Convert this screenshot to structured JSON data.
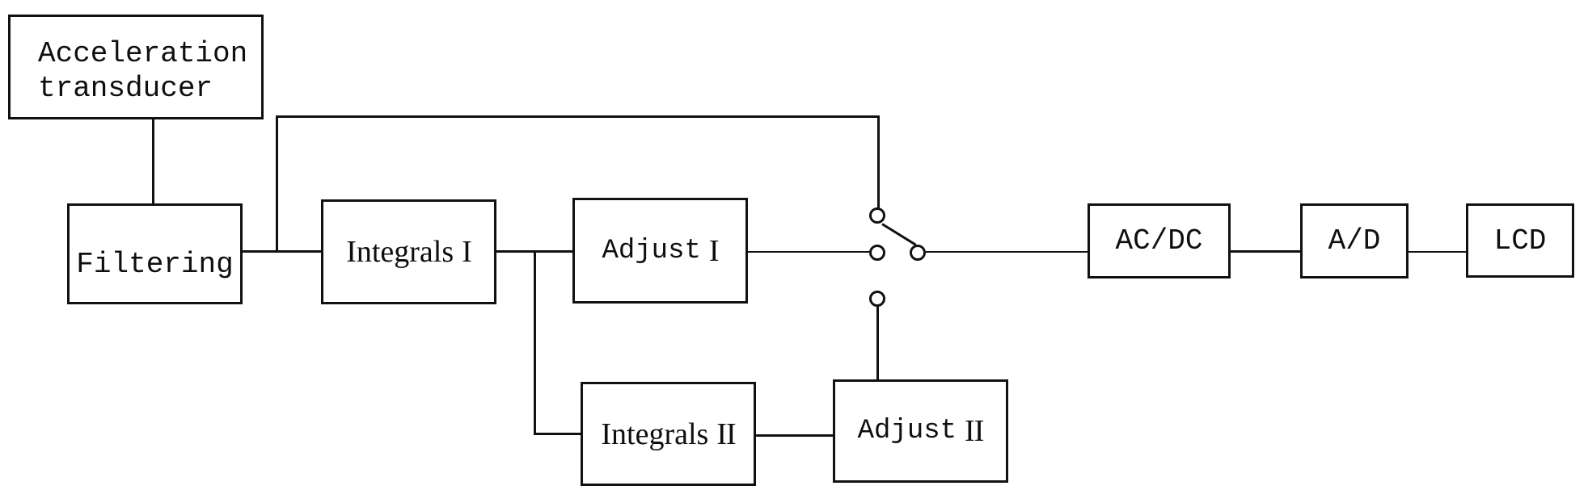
{
  "diagram": {
    "type": "block-diagram",
    "blocks": {
      "acceleration_transducer": {
        "line1": "Acceleration",
        "line2": "transducer"
      },
      "filtering": {
        "label": "Filtering"
      },
      "integrals_1": {
        "label": "Integrals",
        "numeral": "I"
      },
      "adjust_1": {
        "label": "Adjust",
        "numeral": "I"
      },
      "integrals_2": {
        "label": "Integrals",
        "numeral": "II"
      },
      "adjust_2": {
        "label": "Adjust",
        "numeral": "II"
      },
      "ac_dc": {
        "label": "AC/DC"
      },
      "a_d": {
        "label": "A/D"
      },
      "lcd": {
        "label": "LCD"
      }
    },
    "switch": {
      "kind": "three-position selector switch",
      "contact_count": 4,
      "state": "arm connects top contact (direct filtered signal) to output contact"
    },
    "colors": {
      "line": "#111111",
      "text": "#0f0f0f",
      "background": "#ffffff"
    }
  }
}
